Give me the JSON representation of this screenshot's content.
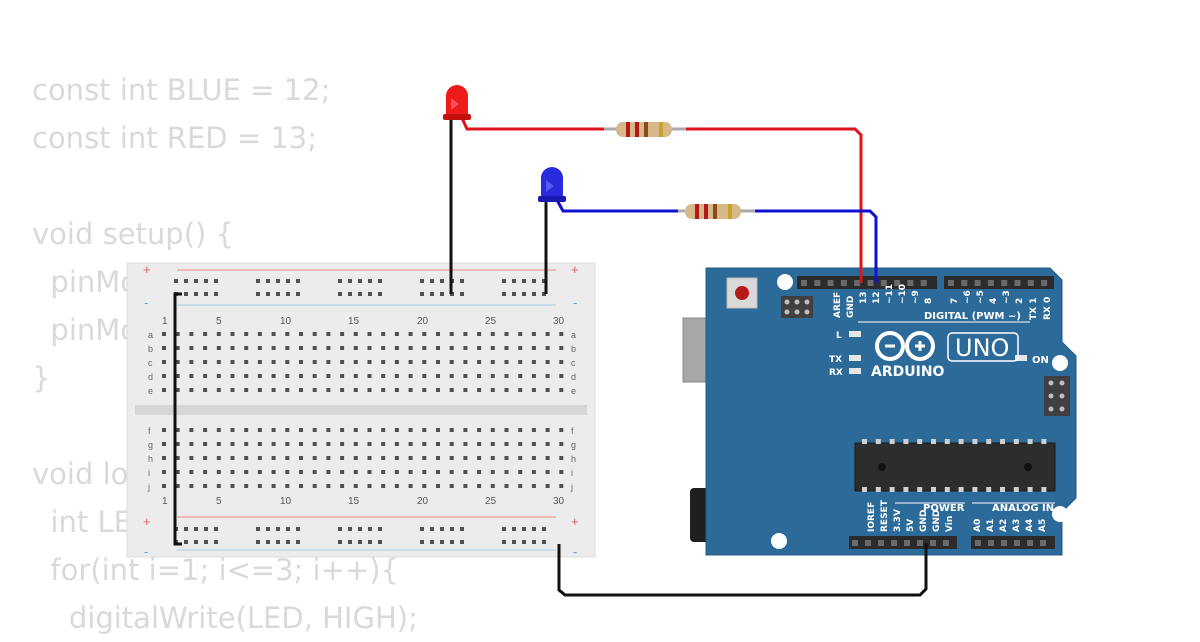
{
  "code_lines": [
    "const int BLUE = 12;",
    "const int RED = 13;",
    "",
    "void setup() {",
    "  pinMode(BLUE, OUTPUT);",
    "  pinMode(RED, OUTPUT);",
    "}",
    "",
    "void loop() {",
    "  int LED = BLUE;",
    "  for(int i=1; i<=3; i++){",
    "    digitalWrite(LED, HIGH);"
  ],
  "breadboard": {
    "columns": [
      "1",
      "5",
      "10",
      "15",
      "20",
      "25",
      "30"
    ],
    "rows_top": [
      "a",
      "b",
      "c",
      "d",
      "e"
    ],
    "rows_bottom": [
      "f",
      "g",
      "h",
      "i",
      "j"
    ],
    "plus": "+",
    "minus": "-"
  },
  "arduino": {
    "brand": "ARDUINO",
    "model": "UNO",
    "digital_header": "DIGITAL (PWM ~)",
    "power_header": "POWER",
    "analog_header": "ANALOG IN",
    "on_label": "ON",
    "led_l": "L",
    "led_tx": "TX",
    "led_rx": "RX",
    "digital_pins": [
      "AREF",
      "GND",
      "13",
      "12",
      "~11",
      "~10",
      "~9",
      "8",
      "7",
      "~6",
      "~5",
      "4",
      "~3",
      "2",
      "TX 1",
      "RX 0"
    ],
    "power_pins": [
      "IOREF",
      "RESET",
      "3.3V",
      "5V",
      "GND",
      "GND",
      "Vin"
    ],
    "analog_pins": [
      "A0",
      "A1",
      "A2",
      "A3",
      "A4",
      "A5"
    ]
  },
  "colors": {
    "red_wire": "#e0121b",
    "blue_wire": "#1010d0",
    "black_wire": "#111111",
    "board_blue": "#2c6a9a",
    "breadboard": "#ececec"
  },
  "icons": [
    "red-led-icon",
    "blue-led-icon",
    "resistor-icon",
    "arduino-infinity-logo-icon"
  ]
}
